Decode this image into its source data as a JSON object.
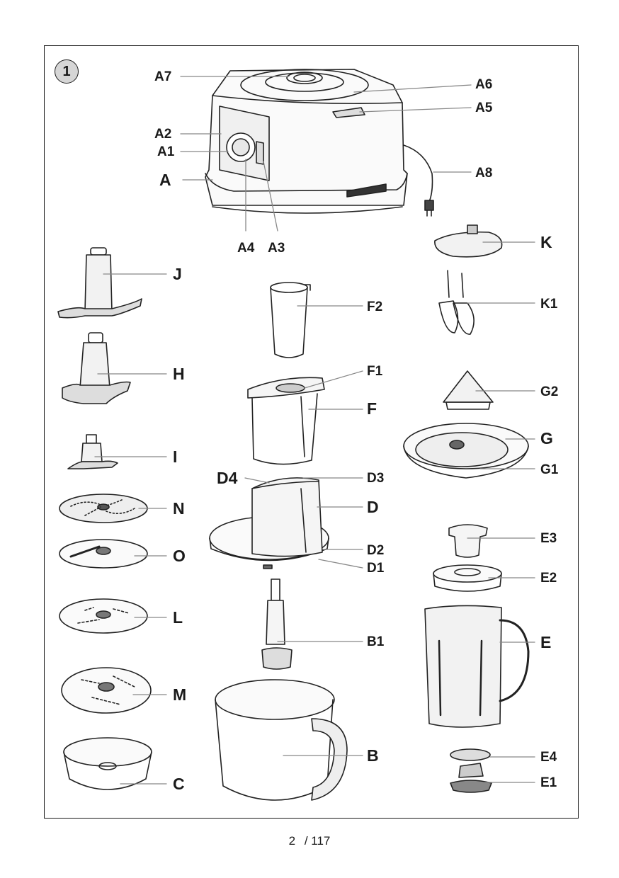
{
  "figure": {
    "number": "1"
  },
  "labels": {
    "A7": "A7",
    "A6": "A6",
    "A5": "A5",
    "A2": "A2",
    "A1": "A1",
    "A": "A",
    "A8": "A8",
    "A4": "A4",
    "A3": "A3",
    "K": "K",
    "J": "J",
    "F2": "F2",
    "K1": "K1",
    "H": "H",
    "F1": "F1",
    "F": "F",
    "G2": "G2",
    "G": "G",
    "I": "I",
    "D4": "D4",
    "D3": "D3",
    "G1": "G1",
    "N": "N",
    "D": "D",
    "E3": "E3",
    "O": "O",
    "D2": "D2",
    "D1": "D1",
    "E2": "E2",
    "L": "L",
    "B1": "B1",
    "E": "E",
    "M": "M",
    "B": "B",
    "E4": "E4",
    "C": "C",
    "E1": "E1"
  },
  "footer": {
    "page": "2",
    "total": "/ 117"
  }
}
